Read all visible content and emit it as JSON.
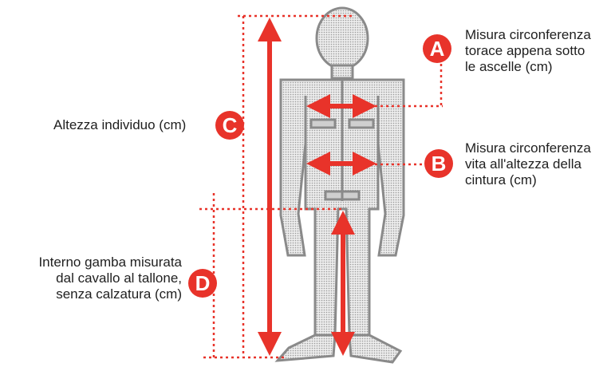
{
  "colors": {
    "accent": "#e8332a",
    "figure_fill": "#ececec",
    "figure_outline": "#8a8a8a",
    "text": "#1f1f1f"
  },
  "measures": {
    "A": {
      "letter": "A",
      "lines": [
        "Misura circonferenza",
        "torace appena sotto",
        "le ascelle (cm)"
      ]
    },
    "B": {
      "letter": "B",
      "lines": [
        "Misura circonferenza",
        "vita all'altezza della",
        "cintura (cm)"
      ]
    },
    "C": {
      "letter": "C",
      "lines": [
        "Altezza individuo (cm)"
      ]
    },
    "D": {
      "letter": "D",
      "lines": [
        "Interno gamba misurata",
        "dal cavallo al tallone,",
        "senza calzatura (cm)"
      ]
    }
  }
}
